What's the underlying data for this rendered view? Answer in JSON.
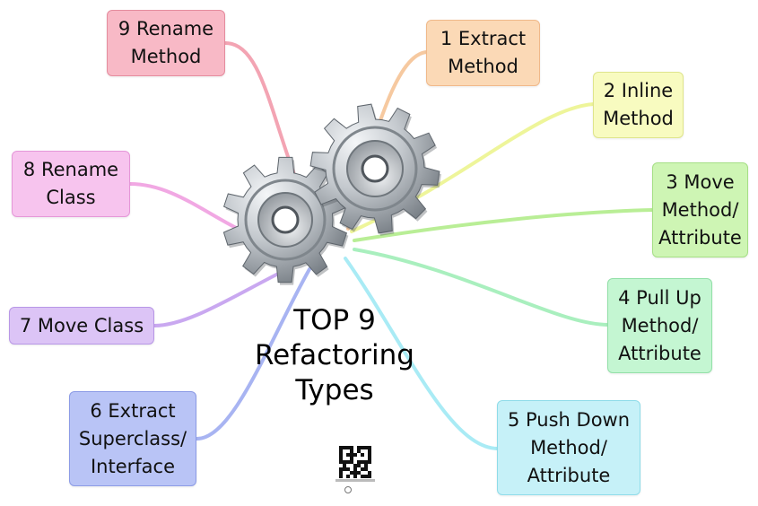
{
  "central_topic": "TOP 9\nRefactoring\nTypes",
  "nodes": [
    {
      "id": "n1",
      "label": "1  Extract\nMethod",
      "fill": "#fbd9b6",
      "border": "#f0b98a",
      "line": "#f6c9a0"
    },
    {
      "id": "n2",
      "label": "2 Inline\nMethod",
      "fill": "#f8fbc0",
      "border": "#dfe58c",
      "line": "#eef59a"
    },
    {
      "id": "n3",
      "label": "3 Move\nMethod/\nAttribute",
      "fill": "#cef5b4",
      "border": "#a6df86",
      "line": "#b9ee96"
    },
    {
      "id": "n4",
      "label": "4 Pull Up\nMethod/\nAttribute",
      "fill": "#c4f6d2",
      "border": "#93e0a8",
      "line": "#a9efbe"
    },
    {
      "id": "n5",
      "label": "5 Push Down\nMethod/\nAttribute",
      "fill": "#c6f1f8",
      "border": "#8fdce9",
      "line": "#a9ebf5"
    },
    {
      "id": "n6",
      "label": "6 Extract\nSuperclass/\nInterface",
      "fill": "#b9c4f6",
      "border": "#8c9be6",
      "line": "#a8b4f2"
    },
    {
      "id": "n7",
      "label": "7 Move Class",
      "fill": "#dcc4f6",
      "border": "#b897e6",
      "line": "#c9a8f0"
    },
    {
      "id": "n8",
      "label": "8 Rename\nClass",
      "fill": "#f7c4ee",
      "border": "#e597d8",
      "line": "#f1a8e3"
    },
    {
      "id": "n9",
      "label": "9 Rename\nMethod",
      "fill": "#f8b9c6",
      "border": "#e58c9e",
      "line": "#f3a4b3"
    }
  ]
}
